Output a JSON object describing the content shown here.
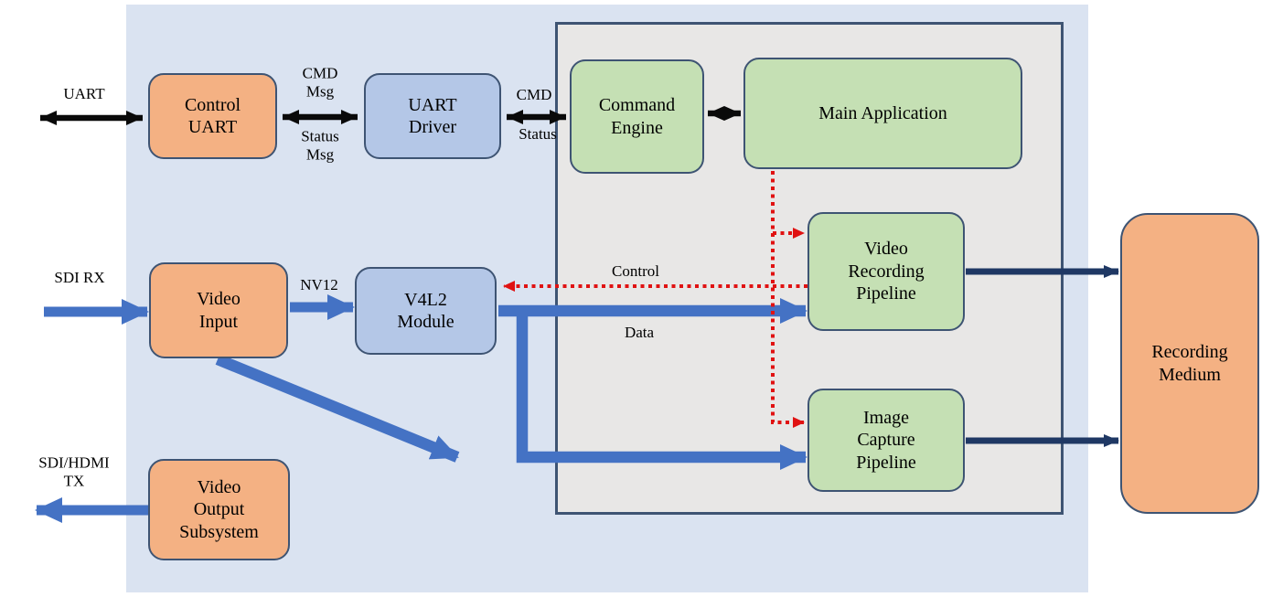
{
  "diagram": {
    "nodes": [
      {
        "id": "control-uart",
        "label": "Control\nUART"
      },
      {
        "id": "uart-driver",
        "label": "UART\nDriver"
      },
      {
        "id": "command-engine",
        "label": "Command\nEngine"
      },
      {
        "id": "main-application",
        "label": "Main Application"
      },
      {
        "id": "video-input",
        "label": "Video\nInput"
      },
      {
        "id": "v4l2-module",
        "label": "V4L2\nModule"
      },
      {
        "id": "video-recording-pipeline",
        "label": "Video\nRecording\nPipeline"
      },
      {
        "id": "image-capture-pipeline",
        "label": "Image\nCapture\nPipeline"
      },
      {
        "id": "video-output-subsystem",
        "label": "Video\nOutput\nSubsystem"
      },
      {
        "id": "recording-medium",
        "label": "Recording\nMedium"
      }
    ],
    "edge_labels": [
      {
        "id": "uart",
        "text": "UART"
      },
      {
        "id": "cmd-msg",
        "text": "CMD\nMsg"
      },
      {
        "id": "status-msg",
        "text": "Status\nMsg"
      },
      {
        "id": "cmd",
        "text": "CMD"
      },
      {
        "id": "status",
        "text": "Status"
      },
      {
        "id": "sdi-rx",
        "text": "SDI RX"
      },
      {
        "id": "nv12",
        "text": "NV12"
      },
      {
        "id": "control",
        "text": "Control"
      },
      {
        "id": "data",
        "text": "Data"
      },
      {
        "id": "sdi-hdmi-tx",
        "text": "SDI/HDMI\nTX"
      }
    ],
    "colors": {
      "hardware_region": "#dae3f1",
      "software_region": "#e8e7e6",
      "box_border": "#3e5473",
      "orange_box": "#f4b183",
      "blue_box": "#b4c7e7",
      "green_box": "#c5e0b4",
      "blue_arrow": "#4472c4",
      "navy_arrow": "#1f3864",
      "red_dotted_arrow": "#e01212",
      "black_arrow": "#0a0a0a"
    }
  }
}
